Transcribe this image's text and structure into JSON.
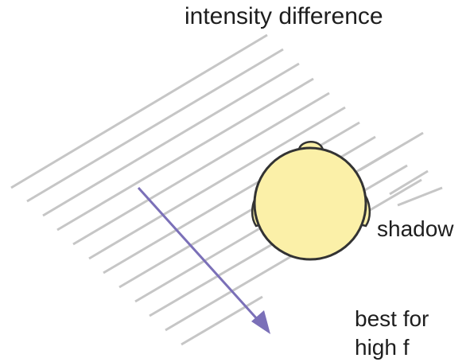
{
  "labels": {
    "title": "intensity difference",
    "shadow": "shadow",
    "best_line1": "best for",
    "best_line2": "high f"
  },
  "colors": {
    "wave_lines": "#c6c6c6",
    "arrow": "#7b70b8",
    "head_fill": "#fbf0a8",
    "head_stroke": "#333333",
    "background": "#ffffff"
  },
  "diagram": {
    "wavefront_count": 13,
    "elements": [
      "wavefront-lines",
      "propagation-arrow",
      "head-top-view",
      "ears",
      "nose"
    ]
  }
}
